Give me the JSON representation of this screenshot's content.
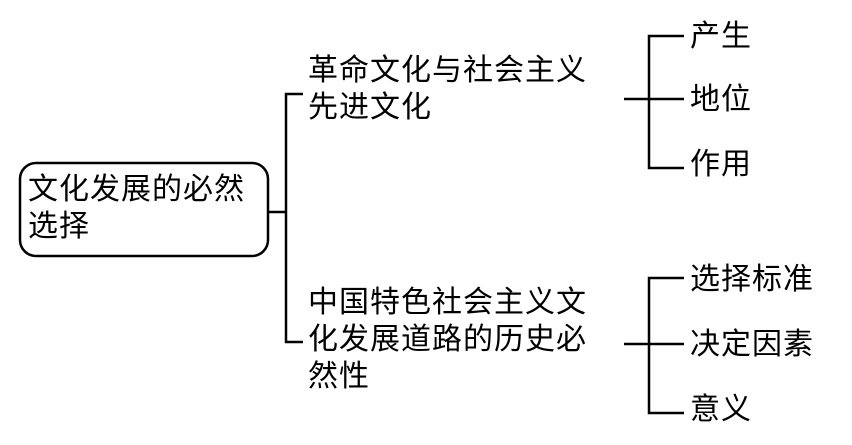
{
  "root": {
    "line1": "文化发展的必然",
    "line2": "选择"
  },
  "branches": [
    {
      "lines": [
        "革命文化与社会主义",
        "先进文化"
      ],
      "leaves": [
        "产生",
        "地位",
        "作用"
      ]
    },
    {
      "lines": [
        "中国特色社会主义文",
        "化发展道路的历史必",
        "然性"
      ],
      "leaves": [
        "选择标准",
        "决定因素",
        "意义"
      ]
    }
  ]
}
